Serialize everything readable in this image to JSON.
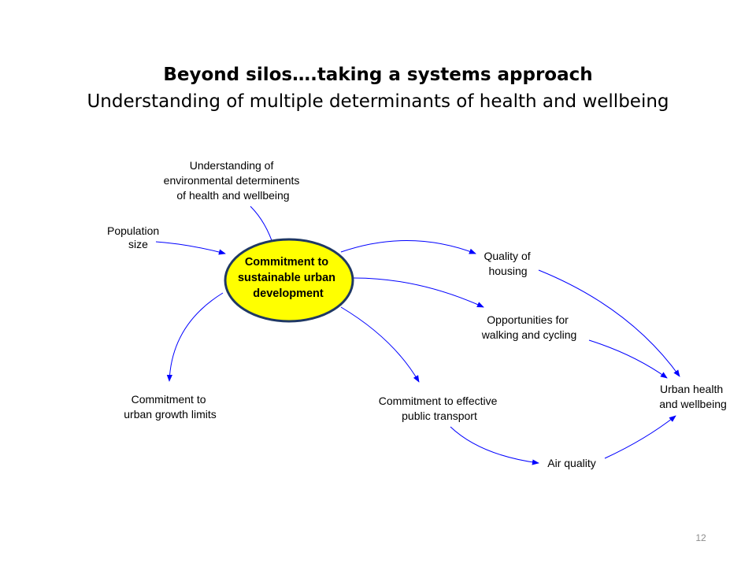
{
  "slide": {
    "title": "Beyond silos….taking a systems approach",
    "subtitle": "Understanding of multiple determinants of health and wellbeing",
    "page_number": "12"
  },
  "colors": {
    "center_fill": "#ffff00",
    "center_stroke": "#1f3864",
    "link_color": "#0000ff"
  },
  "nodes": {
    "understanding": [
      "Understanding of",
      "environmental determinents",
      "of health and wellbeing"
    ],
    "population": [
      "Population",
      "size"
    ],
    "commitment_sustainable": [
      "Commitment to",
      "sustainable urban",
      "development"
    ],
    "quality_housing": [
      "Quality of",
      "housing"
    ],
    "opportunities": [
      "Opportunities for",
      "walking and cycling"
    ],
    "growth_limits": [
      "Commitment to",
      "urban growth limits"
    ],
    "public_transport": [
      "Commitment to effective",
      "public transport"
    ],
    "urban_health": [
      "Urban health",
      "and wellbeing"
    ],
    "air_quality": [
      "Air quality"
    ]
  }
}
